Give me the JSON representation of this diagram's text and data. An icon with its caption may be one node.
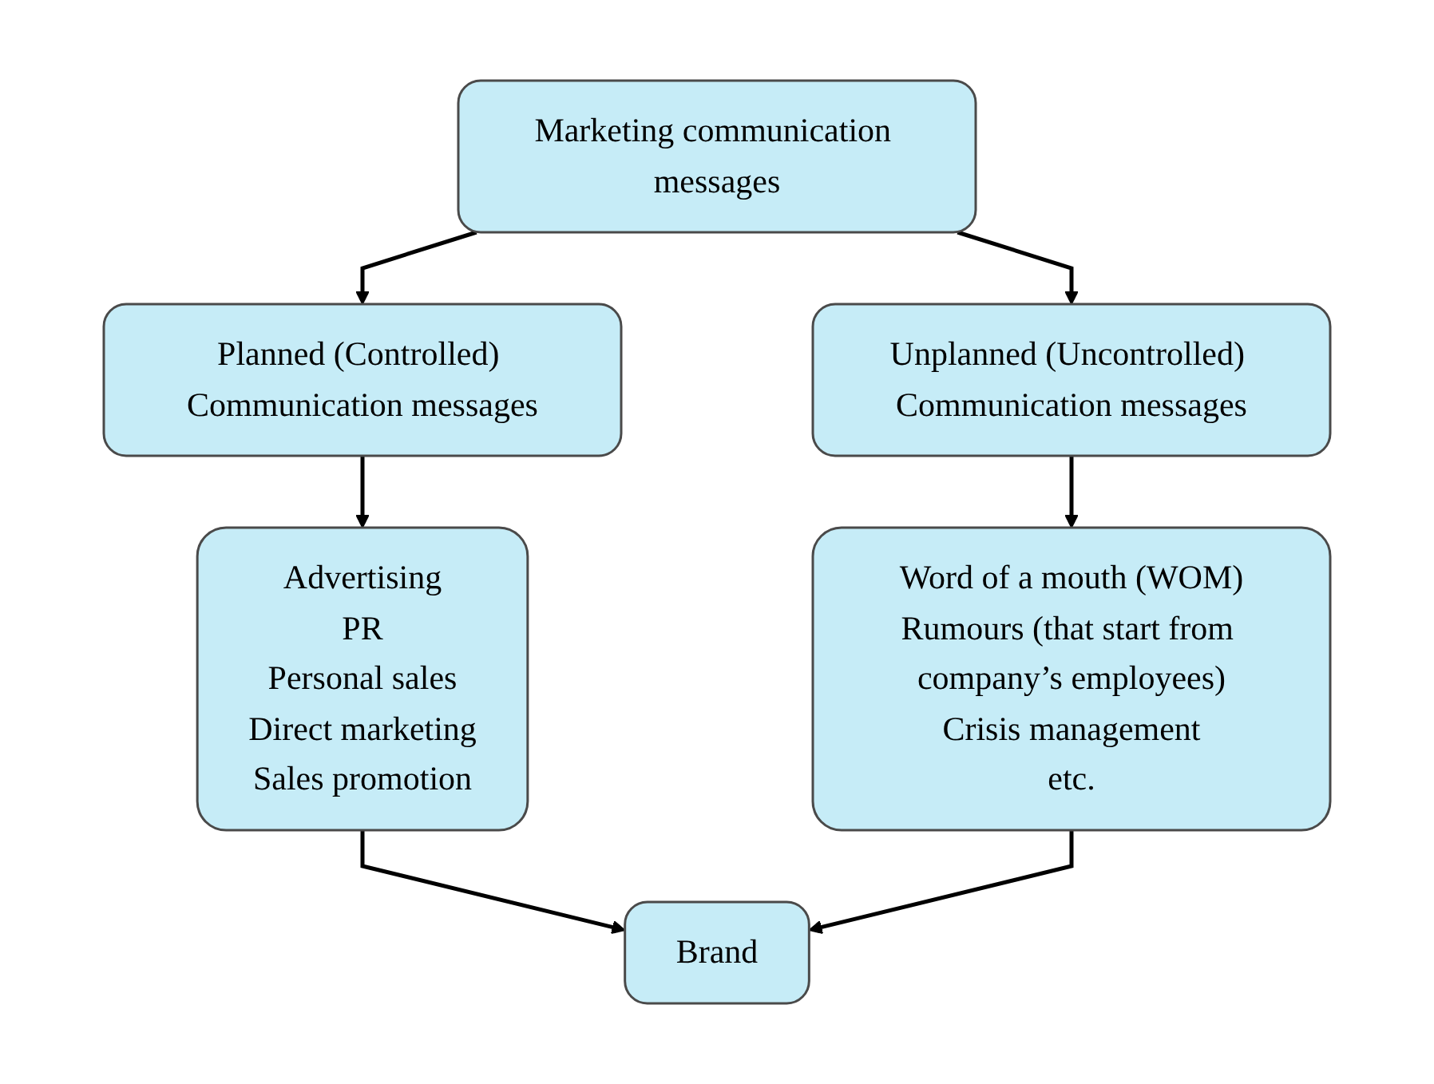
{
  "diagram": {
    "nodes": [
      {
        "text": [
          "Marketing communication messages"
        ]
      },
      {
        "text": [
          "Planned (Controlled) Communication messages"
        ]
      },
      {
        "text": [
          "Unplanned (Uncontrolled) Communication messages"
        ]
      },
      {
        "text": [
          "Advertising",
          "PR",
          "Personal sales",
          "Direct marketing",
          "Sales promotion"
        ]
      },
      {
        "text": [
          "Word of a mouth (WOM)",
          "Rumours (that start from company’s employees)",
          "Crisis management",
          "etc."
        ]
      },
      {
        "text": [
          "Brand"
        ]
      }
    ],
    "edges": [
      {
        "from": 0,
        "to": 1,
        "arrow": "to"
      },
      {
        "from": 0,
        "to": 2,
        "arrow": "to"
      },
      {
        "from": 1,
        "to": 3,
        "arrow": "to"
      },
      {
        "from": 2,
        "to": 4,
        "arrow": "to"
      },
      {
        "from": 3,
        "to": 5,
        "arrow": "to"
      },
      {
        "from": 4,
        "to": 5,
        "arrow": "to"
      }
    ]
  }
}
